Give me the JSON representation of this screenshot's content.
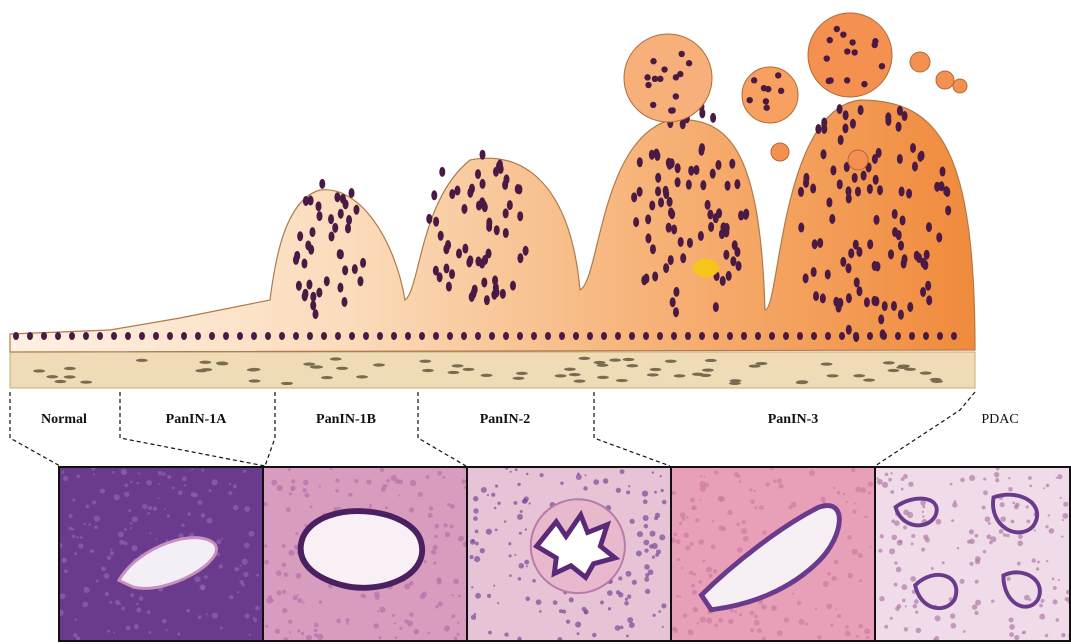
{
  "stages": [
    {
      "label": "Normal"
    },
    {
      "label": "PanIN-1A"
    },
    {
      "label": "PanIN-1B"
    },
    {
      "label": "PanIN-2"
    },
    {
      "label": "PanIN-3"
    },
    {
      "label": "PDAC"
    }
  ],
  "micrographs": [
    {
      "name": "normal-duct"
    },
    {
      "name": "panin-1b-duct"
    },
    {
      "name": "panin-2-duct"
    },
    {
      "name": "panin-3-duct"
    },
    {
      "name": "pdac-tissue"
    }
  ],
  "colors": {
    "stroma": "#e9d4a8",
    "cell_light": "#fdeedd",
    "cell_mid": "#f8c48c",
    "cell_dark": "#f08a3c",
    "nucleus": "#4a1a45",
    "he_purple": "#7a4a98",
    "he_pink": "#e8a8c4"
  }
}
